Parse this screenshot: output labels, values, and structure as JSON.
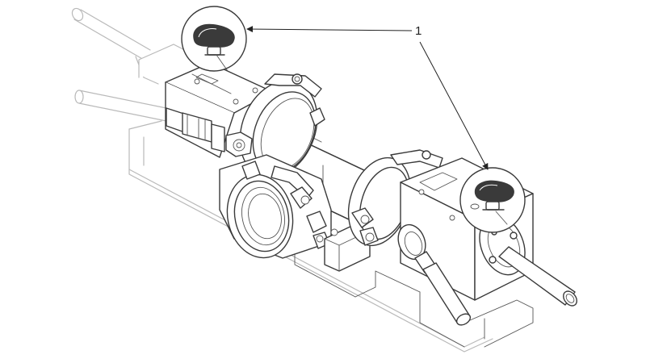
{
  "callout": {
    "label": "1",
    "targets": [
      "knob-upper",
      "knob-lower"
    ]
  },
  "colors": {
    "line": "#3a3a3a",
    "faint_line": "#b9b9b9",
    "background": "#ffffff"
  }
}
